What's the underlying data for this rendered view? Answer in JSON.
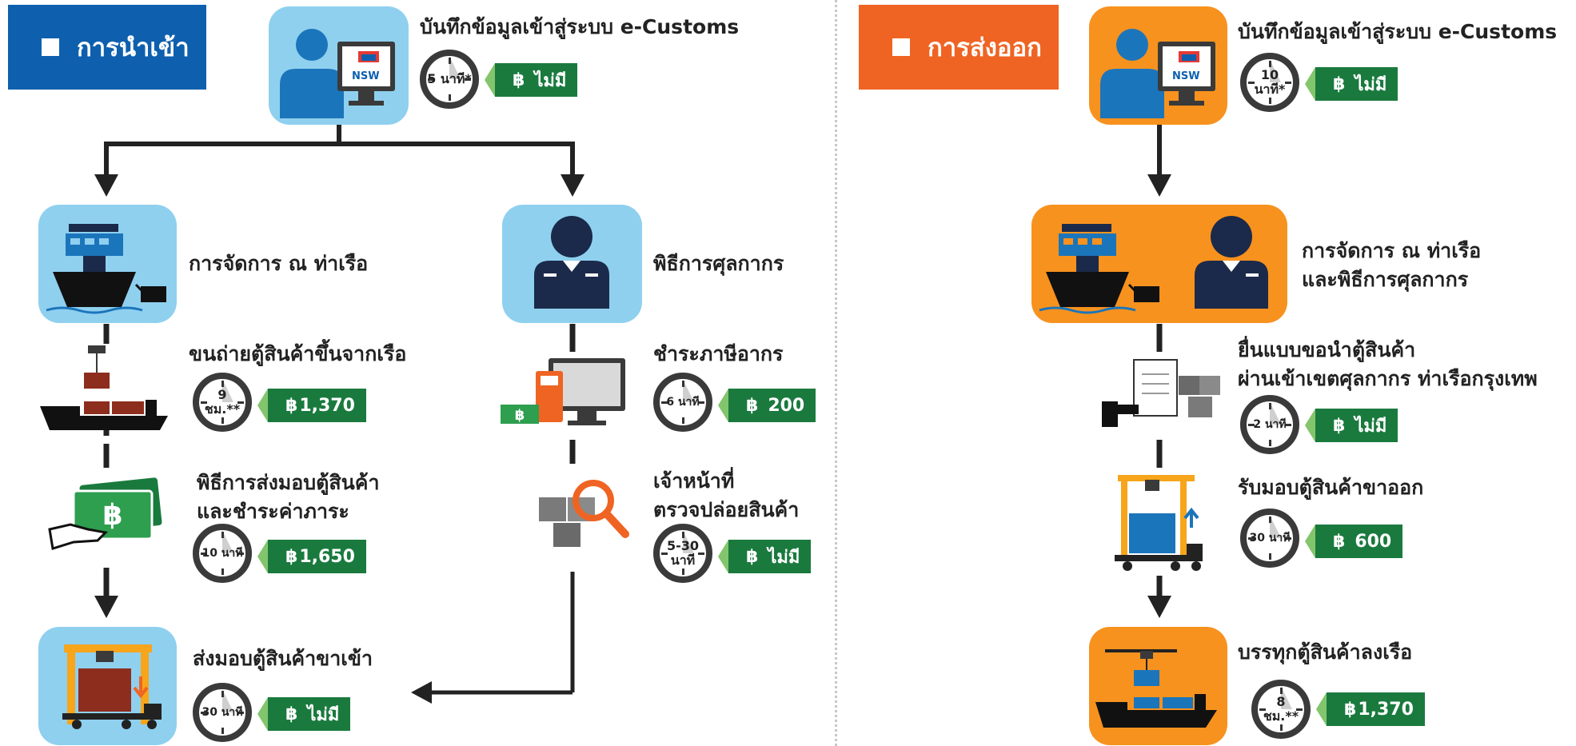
{
  "colors": {
    "import_accent": "#0e60ae",
    "export_accent": "#ef6423",
    "import_box": "#8fd0ef",
    "export_box": "#f7921e",
    "fee_green": "#1a7a3e"
  },
  "import": {
    "label": "การนำเข้า",
    "ecustoms": {
      "title": "บันทึกข้อมูลเข้าสู่ระบบ e-Customs",
      "time": "5 นาที*",
      "fee": "ไม่มี",
      "screen_logo": "NSW"
    },
    "port_handling": {
      "title": "การจัดการ ณ ท่าเรือ"
    },
    "unload": {
      "title": "ขนถ่ายตู้สินค้าขึ้นจากเรือ",
      "time_line1": "9",
      "time_line2": "ชม.**",
      "fee": "1,370"
    },
    "handover": {
      "title_line1": "พิธีการส่งมอบตู้สินค้า",
      "title_line2": "และชำระค่าภาระ",
      "time": "10 นาที",
      "fee": "1,650"
    },
    "customs": {
      "title": "พิธีการศุลกากร"
    },
    "pay_tax": {
      "title": "ชำระภาษีอากร",
      "time": "6 นาที",
      "fee": "200"
    },
    "inspect": {
      "title_line1": "เจ้าหน้าที่",
      "title_line2": "ตรวจปล่อยสินค้า",
      "time_line1": "5-30",
      "time_line2": "นาที",
      "fee": "ไม่มี"
    },
    "deliver": {
      "title": "ส่งมอบตู้สินค้าขาเข้า",
      "time": "30 นาที",
      "fee": "ไม่มี"
    }
  },
  "export": {
    "label": "การส่งออก",
    "ecustoms": {
      "title": "บันทึกข้อมูลเข้าสู่ระบบ e-Customs",
      "time_line1": "10",
      "time_line2": "นาที*",
      "fee": "ไม่มี",
      "screen_logo": "NSW"
    },
    "port_customs": {
      "title_line1": "การจัดการ ณ ท่าเรือ",
      "title_line2": "และพิธีการศุลกากร"
    },
    "submit": {
      "title_line1": "ยื่นแบบขอนำตู้สินค้า",
      "title_line2": "ผ่านเข้าเขตศุลกากร ท่าเรือกรุงเทพ",
      "time": "2 นาที",
      "fee": "ไม่มี"
    },
    "receive": {
      "title": "รับมอบตู้สินค้าขาออก",
      "time": "30 นาที",
      "fee": "600"
    },
    "load": {
      "title": "บรรทุกตู้สินค้าลงเรือ",
      "time_line1": "8",
      "time_line2": "ชม.**",
      "fee": "1,370"
    }
  },
  "currency_symbol": "฿"
}
